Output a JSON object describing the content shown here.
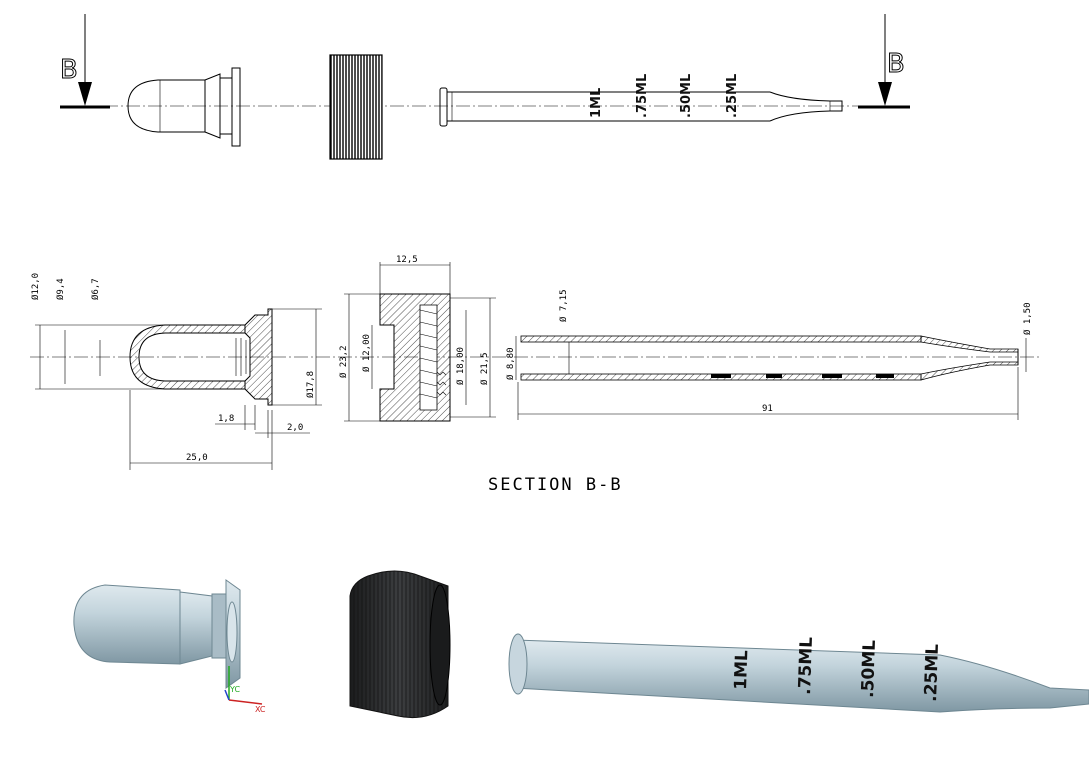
{
  "section_marker": {
    "left": "B",
    "right": "B"
  },
  "tube_graduations": [
    "1ML",
    ".75ML",
    ".50ML",
    ".25ML"
  ],
  "bulb_dims": {
    "d12": "Ø12,0",
    "d94": "Ø9,4",
    "d67": "Ø6,7",
    "d178": "Ø17,8",
    "w18": "1,8",
    "w20": "2,0",
    "len25": "25,0"
  },
  "cap_dims": {
    "w125": "12,5",
    "d232": "Ø 23,2",
    "d120": "Ø 12,00",
    "d180": "Ø 18,00",
    "d215": "Ø 21,5"
  },
  "tube_dims": {
    "d715": "Ø 7,15",
    "d880": "Ø 8,80",
    "d150": "Ø 1,50",
    "len91": "91"
  },
  "section_title": "SECTION B-B",
  "axis_labels": {
    "yc": "YC",
    "xc": "XC"
  },
  "colors": {
    "part_blue": "#b8ccd6",
    "cap_dark": "#2a2c2e",
    "axis_x": "#cc2222",
    "axis_y": "#22aa22"
  }
}
